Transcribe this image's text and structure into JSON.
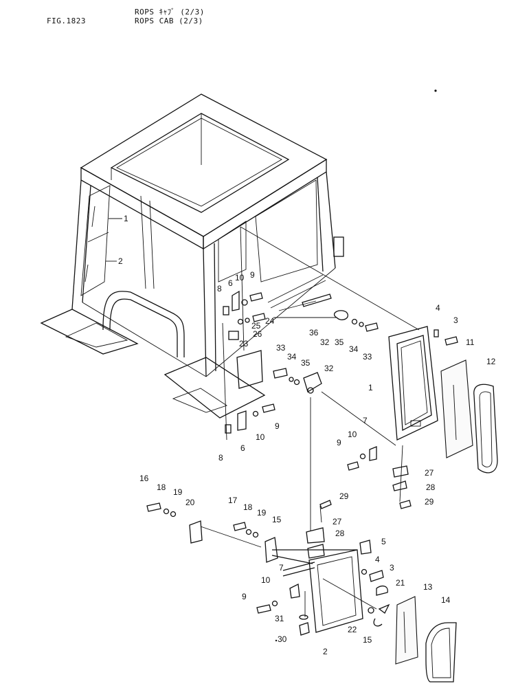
{
  "header": {
    "fig_label": "FIG.1823",
    "title_jp": "ROPS ｷｬﾌﾞ (2/3)",
    "title_en": "ROPS CAB (2/3)"
  },
  "callouts": {
    "c1a": "1",
    "c2a": "2",
    "c8a": "8",
    "c6a": "6",
    "c10a": "10",
    "c9a": "9",
    "c25": "25",
    "c24": "24",
    "c26": "26",
    "c23": "23",
    "c36": "36",
    "c32a": "32",
    "c35a": "35",
    "c34a": "34",
    "c33a": "33",
    "c4a": "4",
    "c3a": "3",
    "c11": "11",
    "c12": "12",
    "c33b": "33",
    "c34b": "34",
    "c35b": "35",
    "c32b": "32",
    "c1b": "1",
    "c9b": "9",
    "c10b": "10",
    "c8b": "8",
    "c6b": "6",
    "c7a": "7",
    "c9c": "9",
    "c10c": "10",
    "c27a": "27",
    "c28a": "28",
    "c29a": "29",
    "c16": "16",
    "c18a": "18",
    "c19a": "19",
    "c20": "20",
    "c17": "17",
    "c18b": "18",
    "c19b": "19",
    "c15a": "15",
    "c29b": "29",
    "c27b": "27",
    "c28b": "28",
    "c5": "5",
    "c4b": "4",
    "c3b": "3",
    "c21": "21",
    "c13": "13",
    "c14": "14",
    "c7b": "7",
    "c10d": "10",
    "c9d": "9",
    "c31": "31",
    "c30": "30",
    "c2b": "2",
    "c22": "22",
    "c15b": "15"
  }
}
